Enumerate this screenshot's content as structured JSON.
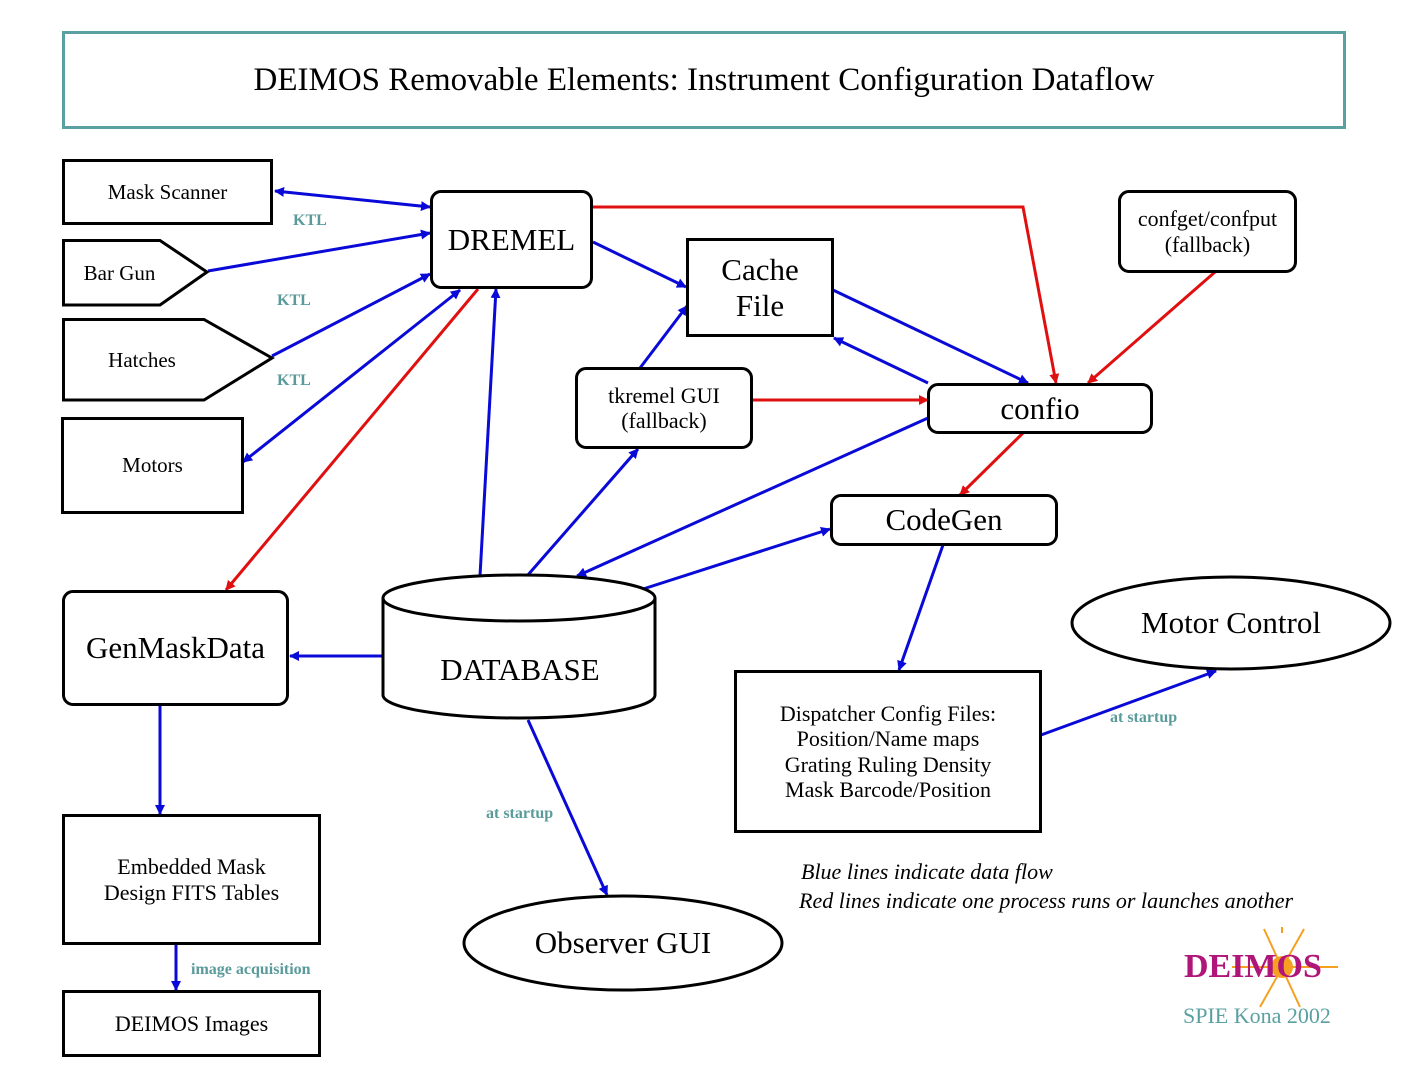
{
  "title": "DEIMOS Removable Elements:  Instrument Configuration Dataflow",
  "nodes": {
    "mask_scanner": "Mask Scanner",
    "bar_gun": "Bar Gun",
    "hatches": "Hatches",
    "motors": "Motors",
    "dremel": "DREMEL",
    "cache_file": "Cache\nFile",
    "tkremel_gui": "tkremel GUI\n(fallback)",
    "confget": "confget/confput\n(fallback)",
    "confio": "confio",
    "codegen": "CodeGen",
    "genmaskdata": "GenMaskData",
    "database": "DATABASE",
    "motor_control": "Motor Control",
    "dispatcher": "Dispatcher Config Files:\nPosition/Name maps\nGrating Ruling Density\nMask Barcode/Position",
    "embedded": "Embedded Mask\nDesign FITS Tables",
    "deimos_images": "DEIMOS Images",
    "observer_gui": "Observer GUI"
  },
  "edge_labels": {
    "ktl_1": "KTL",
    "ktl_2": "KTL",
    "ktl_3": "KTL",
    "at_startup_db": "at startup",
    "at_startup_motor": "at startup",
    "image_acquisition": "image acquisition"
  },
  "legend": {
    "blue": "Blue lines indicate data flow",
    "red": "Red lines indicate one process runs or launches another"
  },
  "logo": {
    "text": "DEIMOS",
    "caption": "SPIE Kona 2002"
  },
  "colors": {
    "data_flow": "#0a0ad8",
    "launch": "#e01010",
    "title_border": "#5aa0a0",
    "label": "#5a9a9a",
    "logo_text": "#b0157a",
    "logo_star": "#f5a020"
  }
}
